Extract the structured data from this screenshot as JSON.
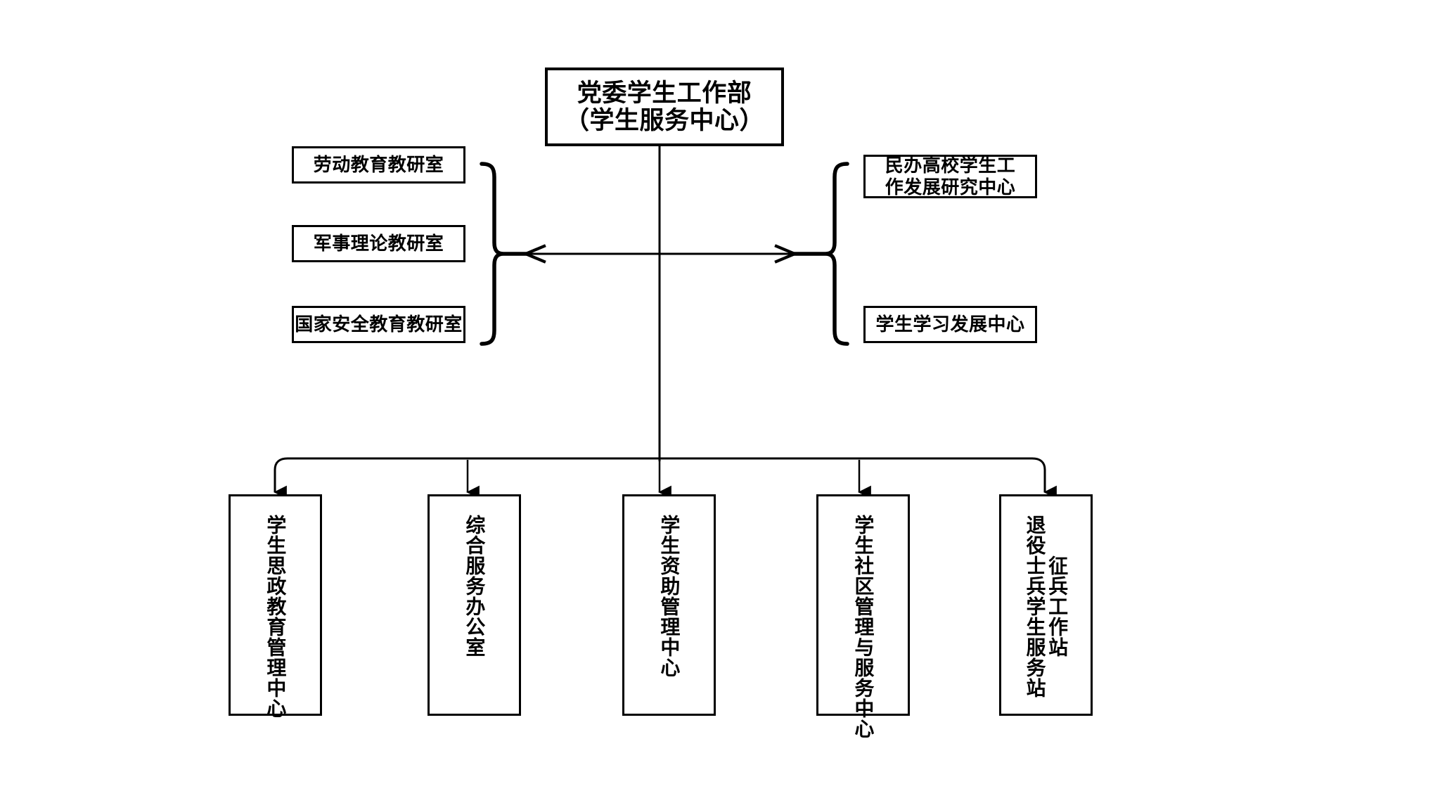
{
  "diagram": {
    "title_text": "党委学生工作部\n（学生服务中心）",
    "type": "organizational-chart",
    "colors": {
      "line": "#000000",
      "box_border": "#000000",
      "background": "#ffffff",
      "text": "#000000"
    },
    "root": {
      "label_line1": "党委学生工作部",
      "label_line2": "（学生服务中心）"
    },
    "left_group": {
      "items": [
        {
          "label": "劳动教育教研室"
        },
        {
          "label": "军事理论教研室"
        },
        {
          "label": "国家安全教育教研室"
        }
      ]
    },
    "right_group": {
      "items": [
        {
          "label_line1": "民办高校学生工",
          "label_line2": "作发展研究中心"
        },
        {
          "label_line1": "学生学习发展中心",
          "label_line2": ""
        }
      ]
    },
    "bottom_group": {
      "items": [
        {
          "label": "学生思政教育管理中心"
        },
        {
          "label": "综合服务办公室"
        },
        {
          "label": "学生资助管理中心"
        },
        {
          "label": "学生社区管理与服务中心"
        },
        {
          "label_col1": "征兵工作站",
          "label_col2": "退役士兵学生服务站"
        }
      ]
    },
    "connectors": {
      "horizontal_arrow": "double-headed-arrow",
      "left_brace": "right-curly-brace",
      "right_brace": "left-curly-brace",
      "bottom_bus": "five-way-fanout-arrows"
    }
  }
}
